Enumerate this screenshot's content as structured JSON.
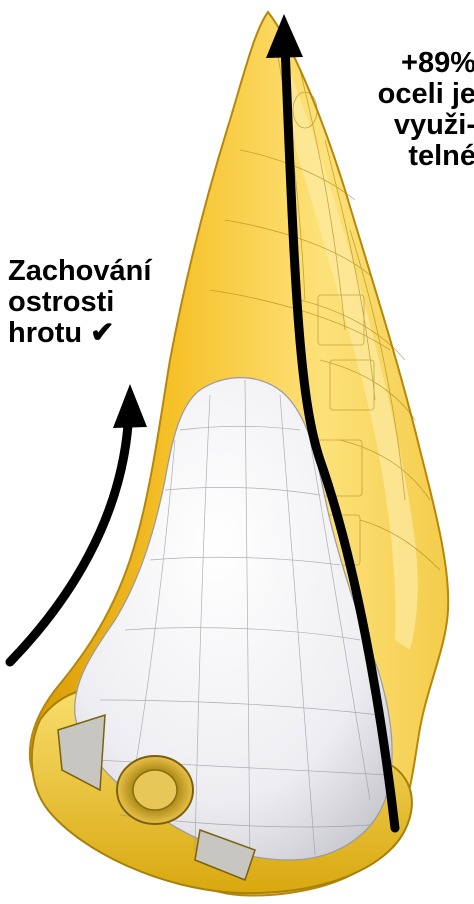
{
  "callouts": {
    "left": {
      "lines": [
        "Zachování",
        "ostrosti",
        "hrotu ✔"
      ]
    },
    "right": {
      "lines": [
        "+89%",
        "oceli je",
        "využi-",
        "telné"
      ]
    }
  },
  "colors": {
    "steel_yellow": "#f0b81a",
    "steel_yellow_light": "#fde58a",
    "wear_white": "#f4f4f6",
    "arrow": "#000000",
    "text": "#000000"
  }
}
